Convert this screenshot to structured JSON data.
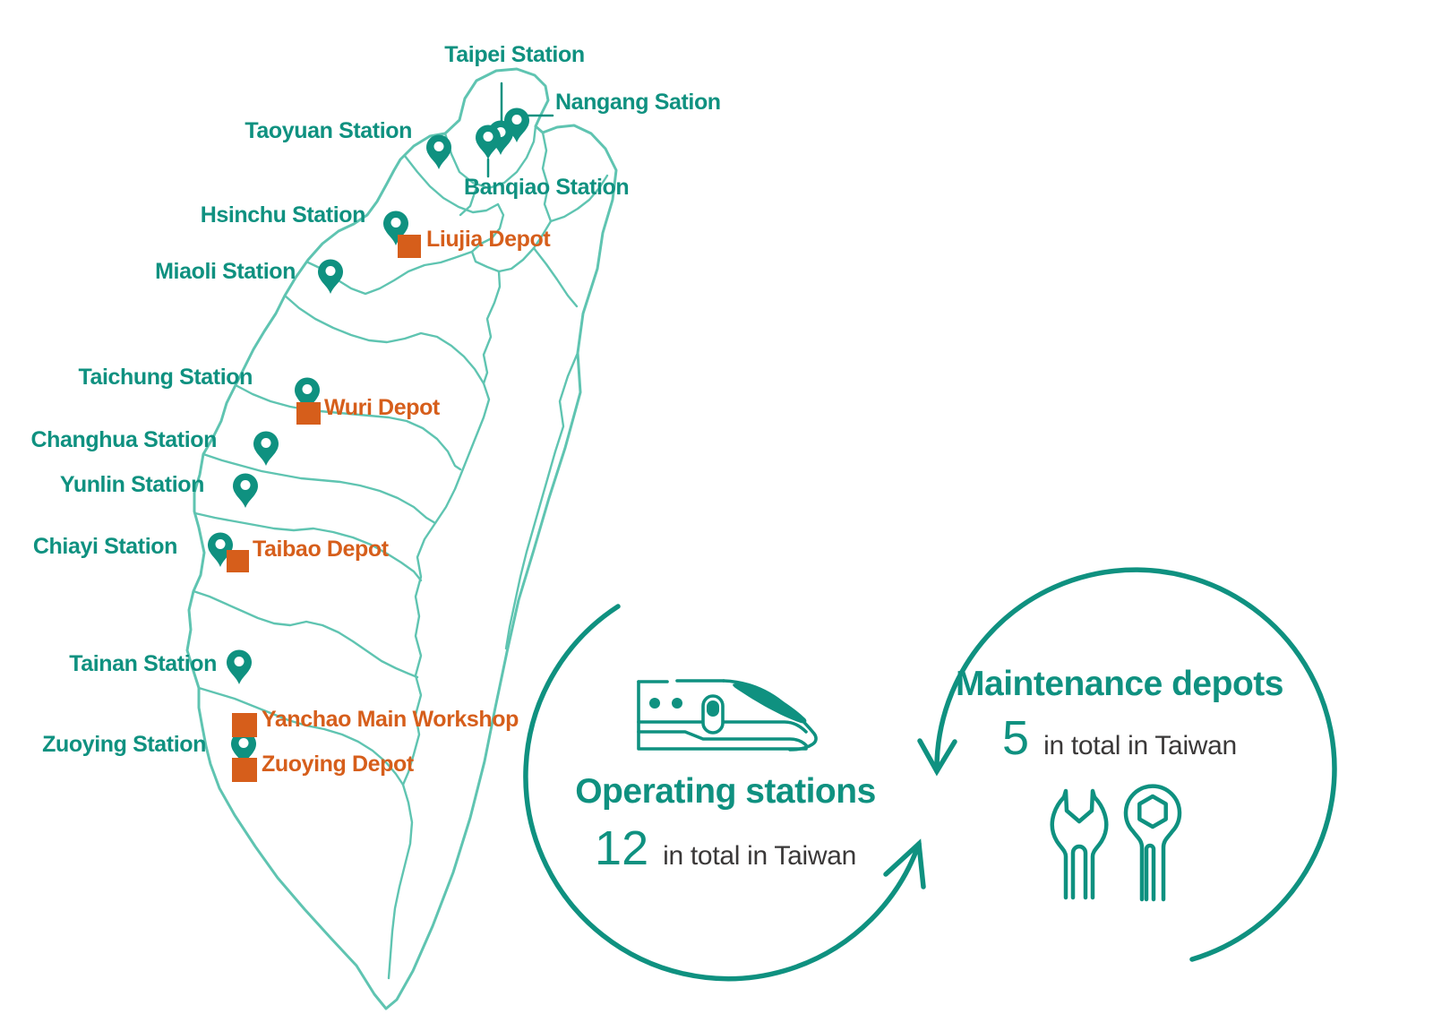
{
  "colors": {
    "teal": "#0f9180",
    "teal_light": "#5fc4b1",
    "orange": "#d65e1b",
    "text_dark": "#3a3838"
  },
  "map": {
    "region": "Taiwan",
    "labels": [
      {
        "text": "Taipei Station",
        "kind": "station"
      },
      {
        "text": "Nangang Sation",
        "kind": "station"
      },
      {
        "text": "Taoyuan Station",
        "kind": "station"
      },
      {
        "text": "Banqiao Station",
        "kind": "station"
      },
      {
        "text": "Hsinchu Station",
        "kind": "station"
      },
      {
        "text": "Liujia Depot",
        "kind": "depot"
      },
      {
        "text": "Miaoli Station",
        "kind": "station"
      },
      {
        "text": "Taichung Station",
        "kind": "station"
      },
      {
        "text": "Wuri Depot",
        "kind": "depot"
      },
      {
        "text": "Changhua Station",
        "kind": "station"
      },
      {
        "text": "Yunlin Station",
        "kind": "station"
      },
      {
        "text": "Chiayi Station",
        "kind": "station"
      },
      {
        "text": "Taibao Depot",
        "kind": "depot"
      },
      {
        "text": "Tainan Station",
        "kind": "station"
      },
      {
        "text": "Yanchao Main Workshop",
        "kind": "depot"
      },
      {
        "text": "Zuoying Station",
        "kind": "station"
      },
      {
        "text": "Zuoying Depot",
        "kind": "depot"
      }
    ],
    "marker_icons": {
      "station": "map-pin",
      "depot": "orange-square"
    }
  },
  "legend": {
    "operating": {
      "title": "Operating stations",
      "count": "12",
      "caption": "in total in Taiwan",
      "icon": "high-speed-train"
    },
    "maintenance": {
      "title": "Maintenance depots",
      "count": "5",
      "caption": "in total in Taiwan",
      "icon": "wrenches"
    }
  }
}
